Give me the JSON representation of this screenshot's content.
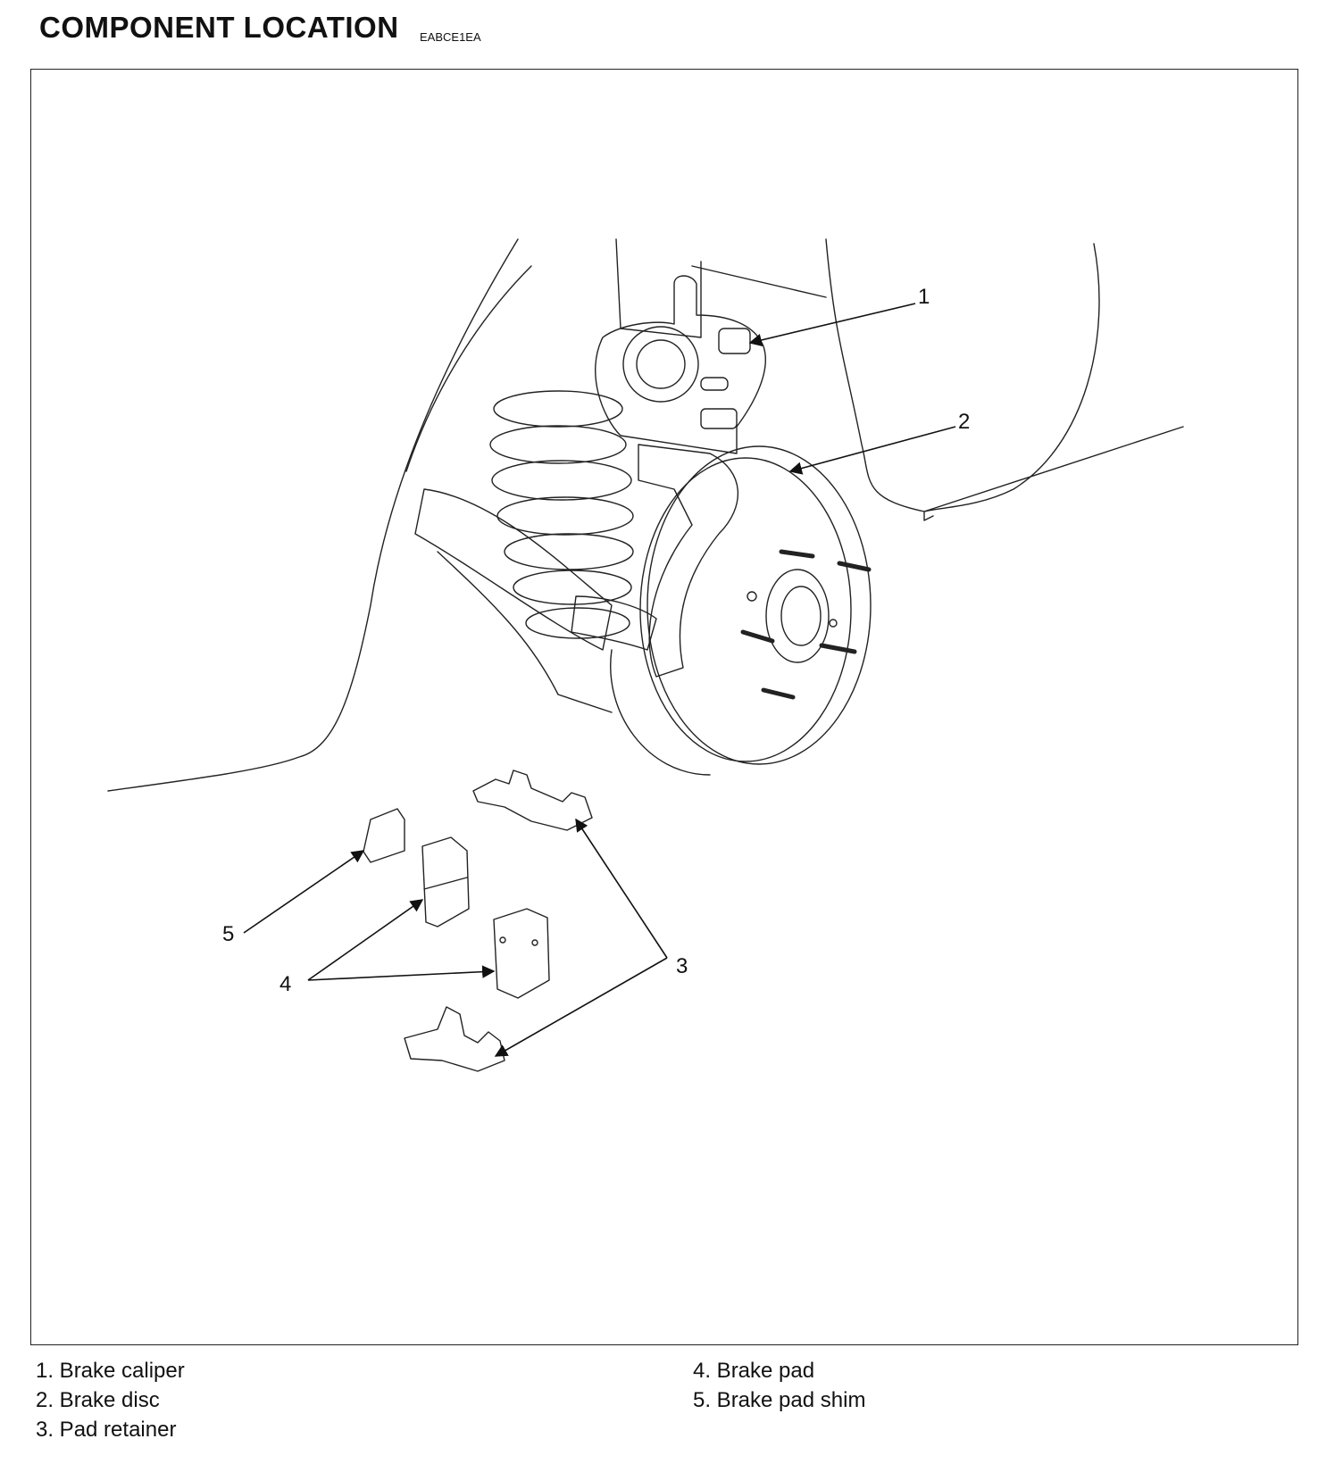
{
  "header": {
    "title": "COMPONENT LOCATION",
    "code": "EABCE1EA"
  },
  "diagram": {
    "callouts": [
      "1",
      "2",
      "3",
      "4",
      "5"
    ]
  },
  "legend": {
    "items": [
      "1. Brake caliper",
      "2. Brake disc",
      "3. Pad retainer",
      "4. Brake pad",
      "5. Brake pad shim"
    ]
  }
}
